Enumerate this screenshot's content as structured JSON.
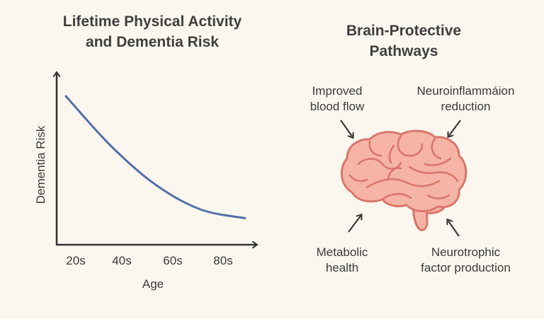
{
  "left_panel": {
    "title_lines": [
      "Lifetime Physical Activity",
      "and Dementia Risk"
    ]
  },
  "right_panel": {
    "title_lines": [
      "Brain-Protective",
      "Pathways"
    ],
    "pathways": {
      "blood_flow": [
        "Improved",
        "blood flow"
      ],
      "neuroinflammation": [
        "Neuroinflammáion",
        "reduction"
      ],
      "metabolic": [
        "Metabolic",
        "health"
      ],
      "neurotrophic": [
        "Neurotrophic",
        "factor production"
      ]
    },
    "brain_icon": "brain-icon"
  },
  "chart_data": {
    "type": "line",
    "title": "Lifetime Physical Activity and Dementia Risk",
    "xlabel": "Age",
    "ylabel": "Dementia Risk",
    "categories": [
      "20s",
      "40s",
      "60s",
      "80s"
    ],
    "series": [
      {
        "x": [
          0,
          1,
          2,
          3,
          4
        ],
        "y": [
          0.84,
          0.56,
          0.34,
          0.2,
          0.15
        ],
        "color": "#5470a8"
      }
    ],
    "xlim": [
      0,
      4
    ],
    "ylim": [
      0,
      1
    ],
    "grid": false
  },
  "colors": {
    "background": "#fbf7ef",
    "curve": "#5470a8",
    "axis": "#333333",
    "brain_fill": "#f6b4a6",
    "brain_stroke": "#d9776c"
  }
}
